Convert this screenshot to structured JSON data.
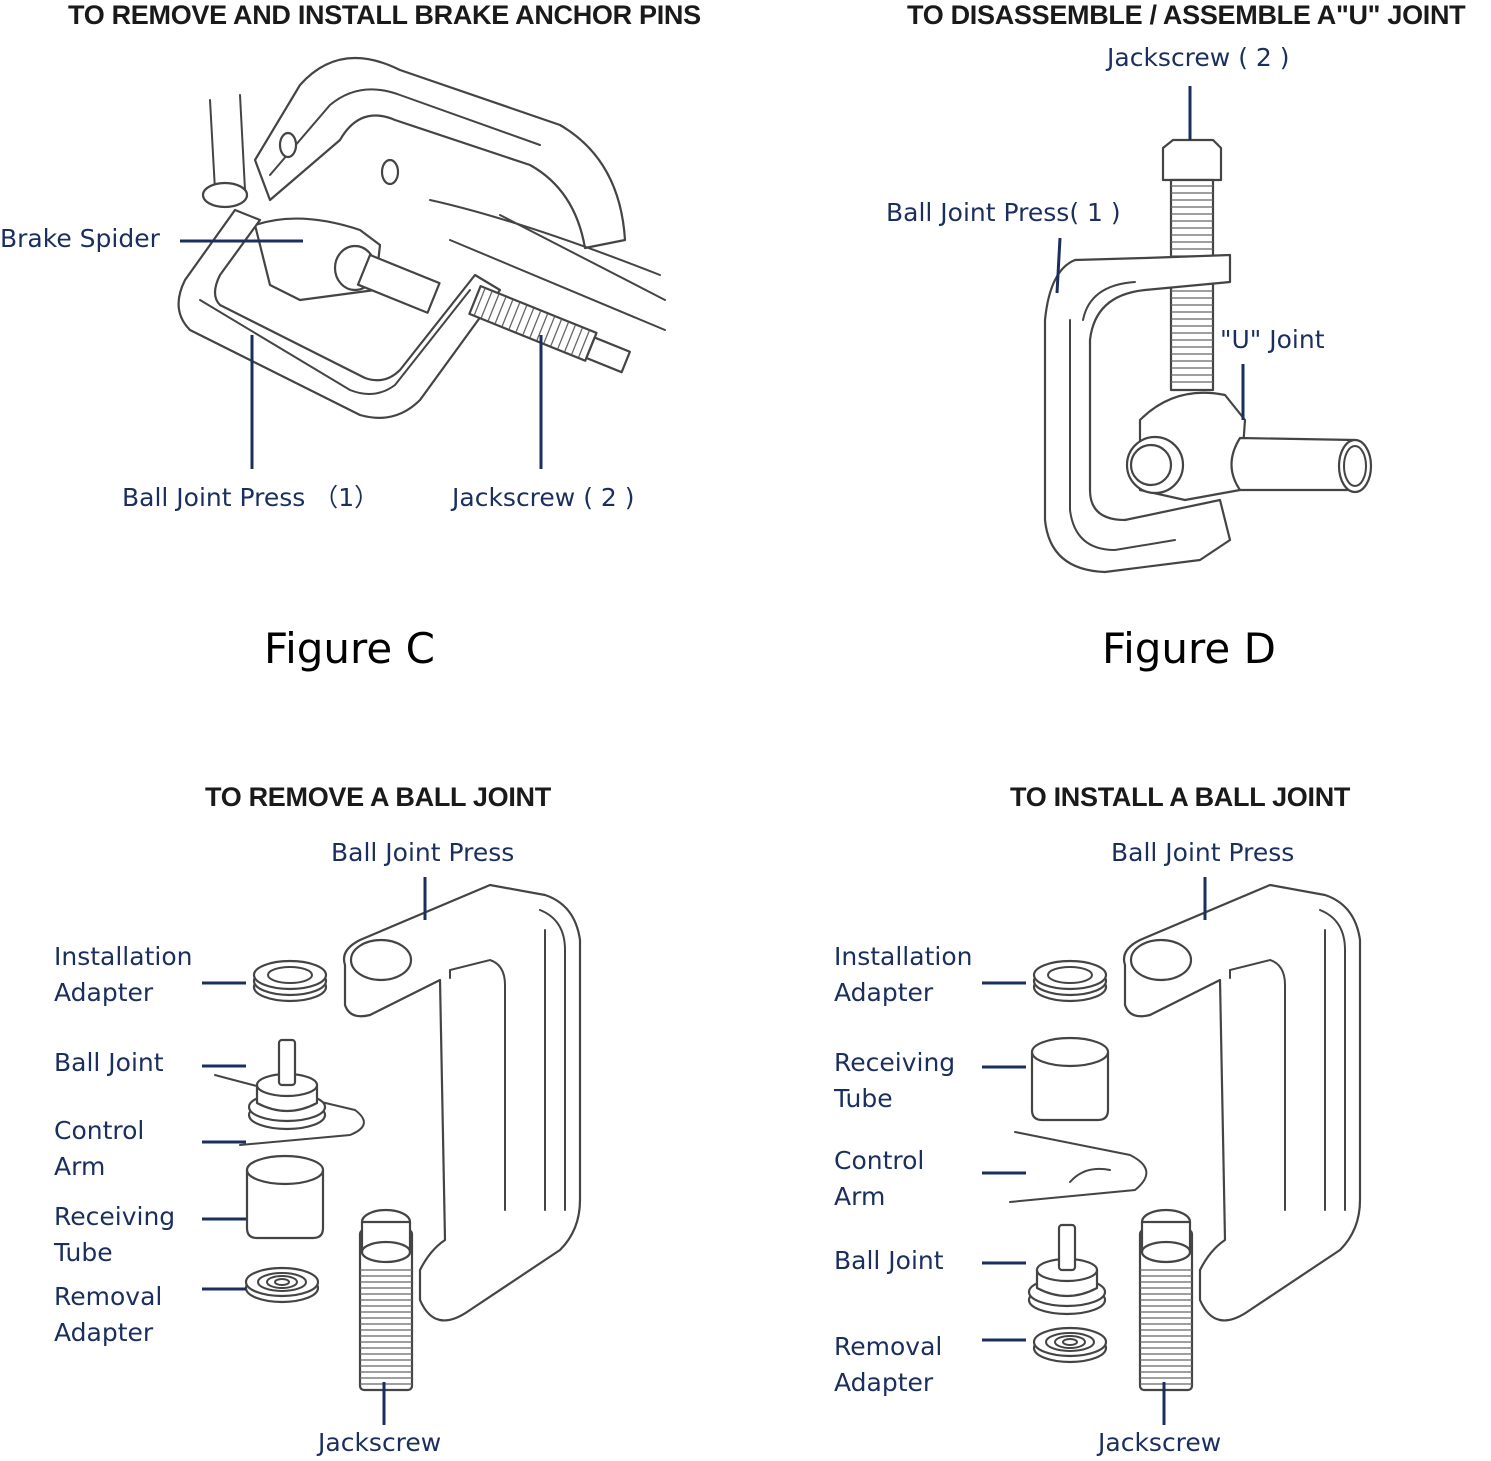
{
  "colors": {
    "label": "#1b2f5e",
    "title": "#1a1a1a",
    "line_art": "#444444",
    "background": "#ffffff"
  },
  "figure_c": {
    "title": "TO REMOVE AND INSTALL BRAKE ANCHOR PINS",
    "caption": "Figure C",
    "labels": {
      "brake_spider": "Brake Spider",
      "ball_joint_press": "Ball Joint Press （1）",
      "jackscrew": "Jackscrew ( 2 )"
    }
  },
  "figure_d": {
    "title": "TO DISASSEMBLE / ASSEMBLE A\"U\" JOINT",
    "caption": "Figure D",
    "labels": {
      "jackscrew": "Jackscrew ( 2 )",
      "ball_joint_press": "Ball Joint Press( 1 )",
      "u_joint": "\"U\" Joint"
    }
  },
  "remove_ball_joint": {
    "title": "TO REMOVE A BALL JOINT",
    "labels": {
      "ball_joint_press": "Ball Joint Press",
      "installation_adapter": [
        "Installation",
        "Adapter"
      ],
      "ball_joint": "Ball Joint",
      "control_arm": [
        "Control",
        "Arm"
      ],
      "receiving_tube": [
        "Receiving",
        "Tube"
      ],
      "removal_adapter": [
        "Removal",
        "Adapter"
      ],
      "jackscrew": "Jackscrew"
    }
  },
  "install_ball_joint": {
    "title": "TO INSTALL A BALL JOINT",
    "labels": {
      "ball_joint_press": "Ball Joint Press",
      "installation_adapter": [
        "Installation",
        "Adapter"
      ],
      "receiving_tube": [
        "Receiving",
        "Tube"
      ],
      "control_arm": [
        "Control",
        "Arm"
      ],
      "ball_joint": "Ball Joint",
      "removal_adapter": [
        "Removal",
        "Adapter"
      ],
      "jackscrew": "Jackscrew"
    }
  }
}
